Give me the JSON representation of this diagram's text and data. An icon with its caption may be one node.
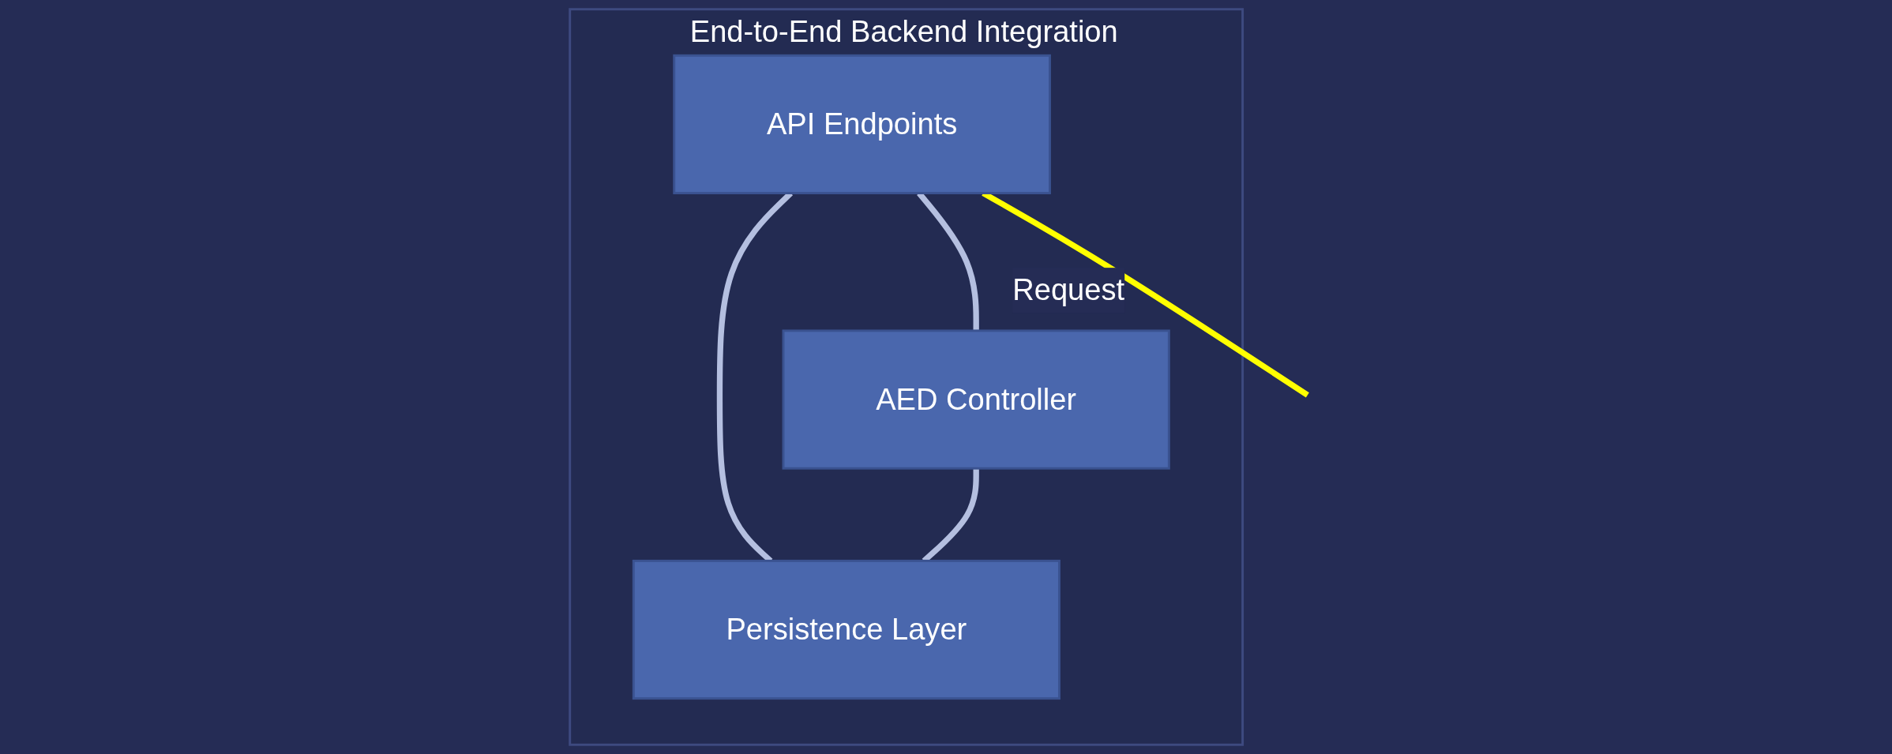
{
  "diagram": {
    "nodes": [
      {
        "text": [
          "End-to-End Backend Integration"
        ]
      },
      {
        "text": [
          "API Endpoints"
        ],
        "in": 0
      },
      {
        "text": [
          "AED Controller"
        ],
        "in": 0
      },
      {
        "text": [
          "Persistence Layer"
        ],
        "in": 0
      }
    ],
    "edges": [
      {
        "from": null,
        "to": 1,
        "arrow": "none",
        "label": "Request",
        "color": "#ffff00"
      },
      {
        "from": 1,
        "to": 2,
        "arrow": "none"
      },
      {
        "from": 1,
        "to": 3,
        "arrow": "none"
      },
      {
        "from": 2,
        "to": 3,
        "arrow": "none"
      }
    ]
  }
}
